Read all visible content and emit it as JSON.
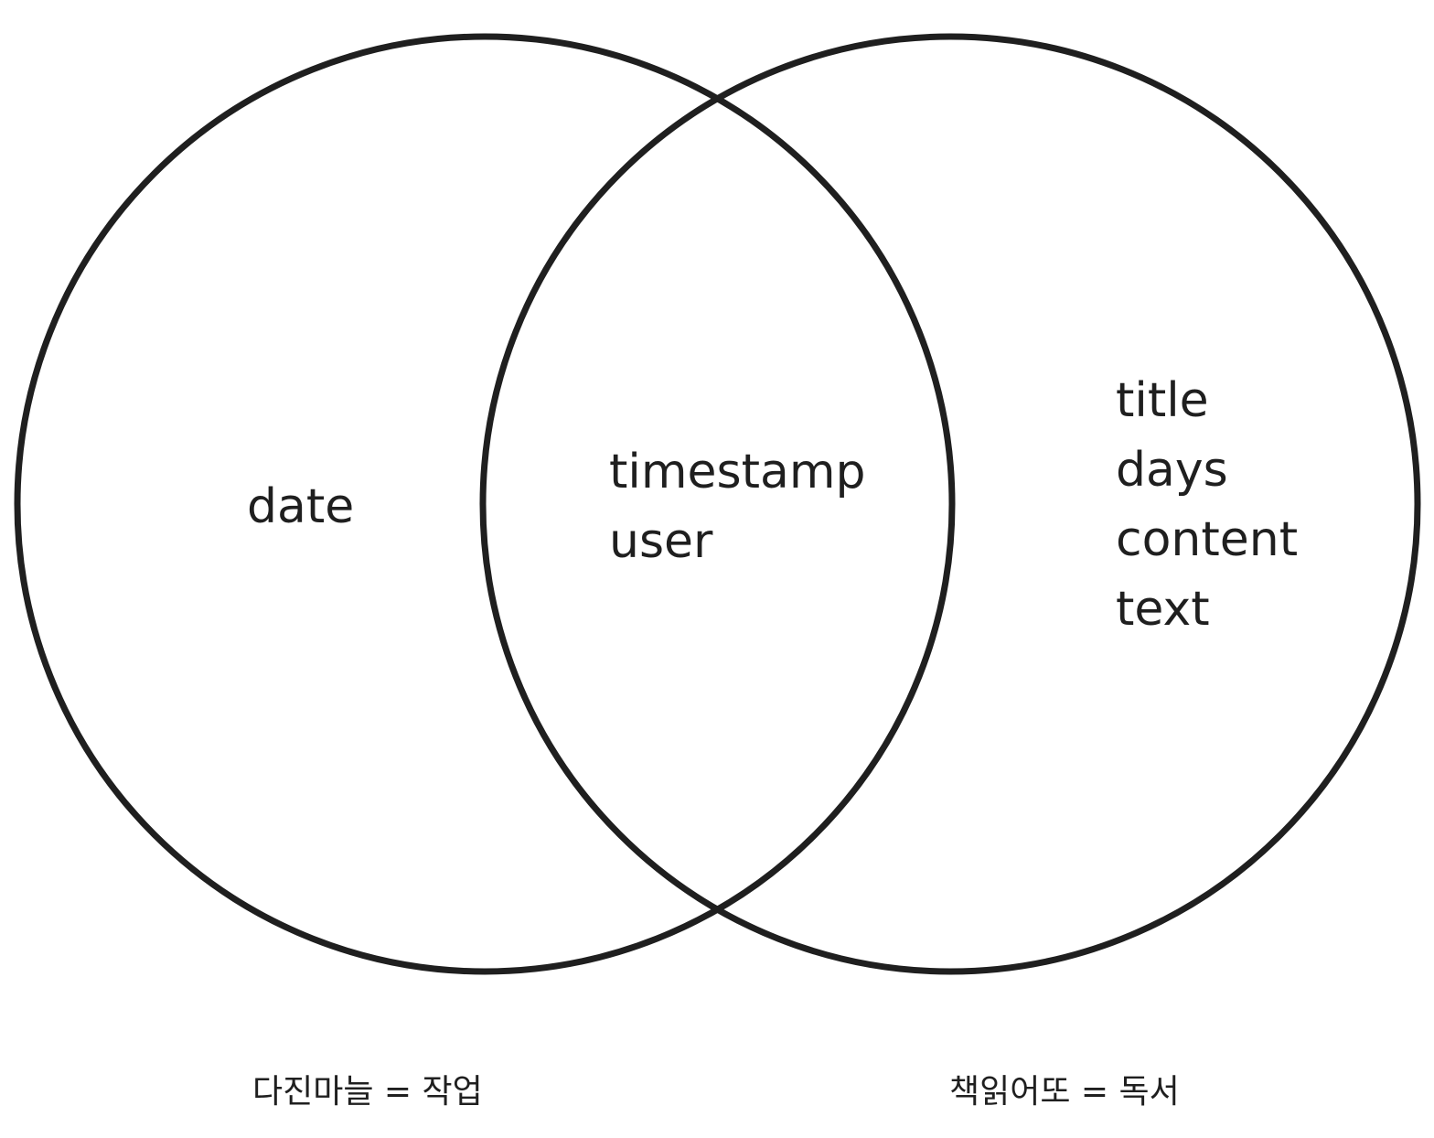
{
  "sets": {
    "left_only": [
      "date"
    ],
    "intersection": [
      "timestamp",
      "user"
    ],
    "right_only": [
      "title",
      "days",
      "content",
      "text"
    ]
  },
  "captions": {
    "left": "다진마늘 = 작업",
    "right": "책읽어또 = 독서"
  }
}
